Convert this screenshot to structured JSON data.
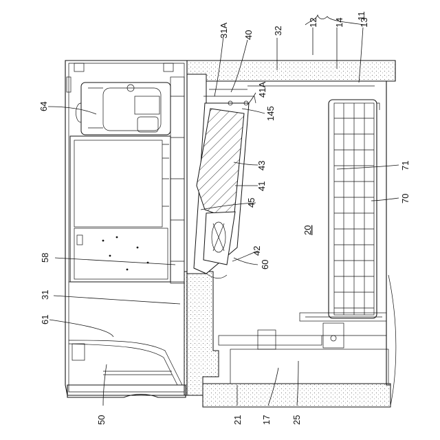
{
  "labels": {
    "r11": "11",
    "r12": "12",
    "r13": "13",
    "r14": "14",
    "r17": "17",
    "r20": "20",
    "r21": "21",
    "r25": "25",
    "r31": "31",
    "r31A": "31A",
    "r32": "32",
    "r40": "40",
    "r41": "41",
    "r41A": "41A",
    "r42": "42",
    "r43": "43",
    "r45": "45",
    "r50": "50",
    "r58": "58",
    "r60": "60",
    "r61": "61",
    "r64": "64",
    "r70": "70",
    "r71": "71",
    "r145": "145"
  }
}
